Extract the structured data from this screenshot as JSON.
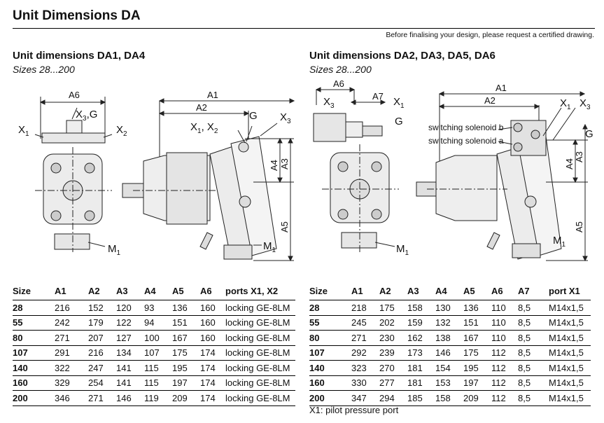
{
  "header": {
    "title": "Unit Dimensions DA",
    "note": "Before finalising your design, please request a certified drawing."
  },
  "left": {
    "title": "Unit dimensions DA1, DA4",
    "subtitle": "Sizes 28...200",
    "labels": {
      "a6": "A6",
      "a1": "A1",
      "a2": "A2",
      "a3": "A3",
      "a4": "A4",
      "a5": "A5",
      "x1": "X",
      "x1sub": "1",
      "x2": "X",
      "x2sub": "2",
      "x3g": "X",
      "x3gsub": "3",
      "x3gtail": ",G",
      "x1x2": "X",
      "x1x2sub1": "1",
      "x1x2mid": ", X",
      "x1x2sub2": "2",
      "g": "G",
      "x3": "X",
      "x3sub": "3",
      "m1a": "M",
      "m1asub": "1",
      "m1b": "M",
      "m1bsub": "1"
    },
    "table": {
      "headers": [
        "Size",
        "A1",
        "A2",
        "A3",
        "A4",
        "A5",
        "A6",
        "ports X1, X2"
      ],
      "rows": [
        [
          "28",
          "216",
          "152",
          "120",
          "93",
          "136",
          "160",
          "locking GE-8LM"
        ],
        [
          "55",
          "242",
          "179",
          "122",
          "94",
          "151",
          "160",
          "locking GE-8LM"
        ],
        [
          "80",
          "271",
          "207",
          "127",
          "100",
          "167",
          "160",
          "locking GE-8LM"
        ],
        [
          "107",
          "291",
          "216",
          "134",
          "107",
          "175",
          "174",
          "locking GE-8LM"
        ],
        [
          "140",
          "322",
          "247",
          "141",
          "115",
          "195",
          "174",
          "locking GE-8LM"
        ],
        [
          "160",
          "329",
          "254",
          "141",
          "115",
          "197",
          "174",
          "locking GE-8LM"
        ],
        [
          "200",
          "346",
          "271",
          "146",
          "119",
          "209",
          "174",
          "locking GE-8LM"
        ]
      ]
    }
  },
  "right": {
    "title": "Unit dimensions DA2, DA3, DA5, DA6",
    "subtitle": "Sizes 28...200",
    "labels": {
      "a6": "A6",
      "a7": "A7",
      "a1": "A1",
      "a2": "A2",
      "a3": "A3",
      "a4": "A4",
      "a5": "A5",
      "x3": "X",
      "x3sub": "3",
      "x1": "X",
      "x1sub": "1",
      "g": "G",
      "x1b": "X",
      "x1bsub": "1",
      "x3b": "X",
      "x3bsub": "3",
      "gb": "G",
      "sol_b": "switching solenoid b",
      "sol_a": "switching solenoid a",
      "m1a": "M",
      "m1asub": "1",
      "m1b": "M",
      "m1bsub": "1"
    },
    "table": {
      "headers": [
        "Size",
        "A1",
        "A2",
        "A3",
        "A4",
        "A5",
        "A6",
        "A7",
        "port X1"
      ],
      "rows": [
        [
          "28",
          "218",
          "175",
          "158",
          "130",
          "136",
          "110",
          "8,5",
          "M14x1,5"
        ],
        [
          "55",
          "245",
          "202",
          "159",
          "132",
          "151",
          "110",
          "8,5",
          "M14x1,5"
        ],
        [
          "80",
          "271",
          "230",
          "162",
          "138",
          "167",
          "110",
          "8,5",
          "M14x1,5"
        ],
        [
          "107",
          "292",
          "239",
          "173",
          "146",
          "175",
          "112",
          "8,5",
          "M14x1,5"
        ],
        [
          "140",
          "323",
          "270",
          "181",
          "154",
          "195",
          "112",
          "8,5",
          "M14x1,5"
        ],
        [
          "160",
          "330",
          "277",
          "181",
          "153",
          "197",
          "112",
          "8,5",
          "M14x1,5"
        ],
        [
          "200",
          "347",
          "294",
          "185",
          "158",
          "209",
          "112",
          "8,5",
          "M14x1,5"
        ]
      ]
    },
    "footnote": "X1: pilot pressure port"
  }
}
